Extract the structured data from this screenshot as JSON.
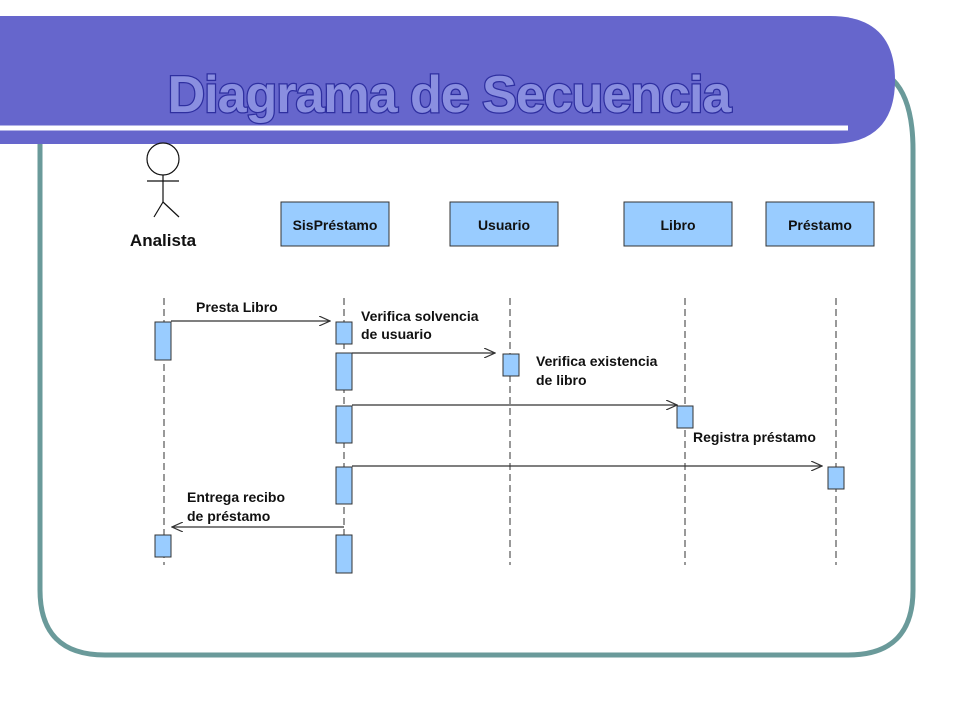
{
  "title": "Diagrama de Secuencia",
  "actor": {
    "label": "Analista"
  },
  "objects": [
    {
      "label": "SisPréstamo"
    },
    {
      "label": "Usuario"
    },
    {
      "label": "Libro"
    },
    {
      "label": "Préstamo"
    }
  ],
  "messages": [
    {
      "line1": "Presta Libro",
      "line2": ""
    },
    {
      "line1": "Verifica solvencia",
      "line2": "de usuario"
    },
    {
      "line1": "Verifica existencia",
      "line2": "de libro"
    },
    {
      "line1": "Registra préstamo",
      "line2": ""
    },
    {
      "line1": "Entrega recibo",
      "line2": "de préstamo"
    }
  ],
  "colors": {
    "banner": "#6666CC",
    "frame_border": "#6A9A9A",
    "object_fill": "#99CCFF",
    "activation_fill": "#99CCFF",
    "activation_stroke": "#333333"
  }
}
